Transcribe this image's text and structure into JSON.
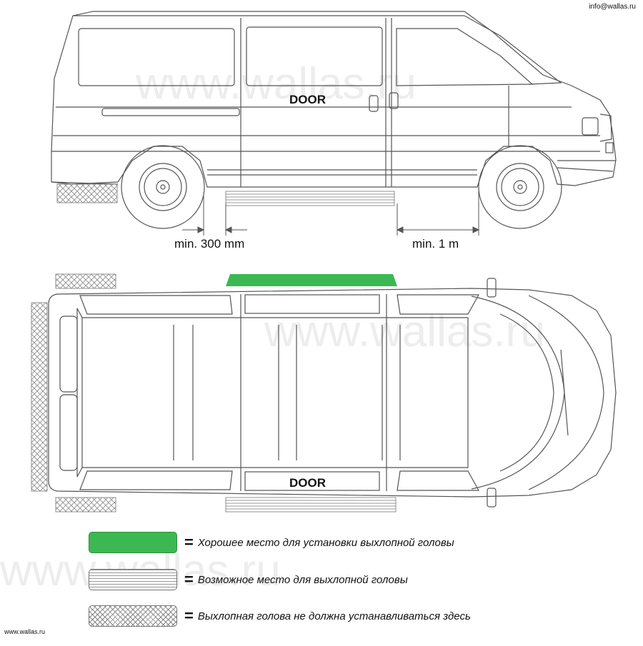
{
  "header": {
    "email": "info@wallas.ru"
  },
  "watermark": {
    "text": "www.wallas.ru"
  },
  "side_view": {
    "door_label": "DOOR",
    "measure_left": "min. 300 mm",
    "measure_right": "min. 1 m"
  },
  "top_view": {
    "door_label": "DOOR"
  },
  "legend": [
    {
      "text": "Хорошее место для установки выхлопной головы",
      "swatch": "good",
      "color": "#3cb852"
    },
    {
      "text": "Возможное место для выхлопной головы",
      "swatch": "possible"
    },
    {
      "text": "Выхлопная голова не должна устанавливаться здесь",
      "swatch": "no"
    }
  ],
  "legend_equals": "=",
  "footer": {
    "url": "www.wallas.ru"
  },
  "colors": {
    "good_zone": "#3cb852",
    "outline": "#555555",
    "hatch": "#8a8a8a"
  }
}
